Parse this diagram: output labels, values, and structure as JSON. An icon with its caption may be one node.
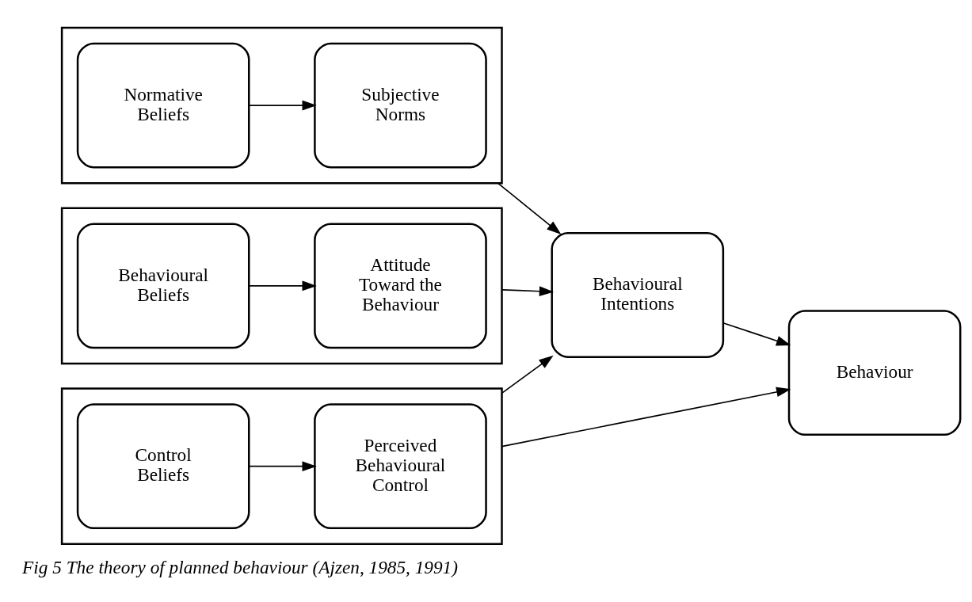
{
  "diagram": {
    "caption": "Fig 5 The theory of planned behaviour (Ajzen, 1985, 1991)",
    "nodes": [
      {
        "text": [],
        "shape": "box"
      },
      {
        "text": [
          "Behavioural Beliefs"
        ],
        "in": 0
      },
      {
        "text": [
          "Attitude Toward the Behaviour"
        ],
        "in": 0
      },
      {
        "text": [],
        "shape": "box"
      },
      {
        "text": [
          "Normative Beliefs"
        ],
        "in": 3
      },
      {
        "text": [
          "Subjective Norms"
        ],
        "in": 3
      },
      {
        "text": [],
        "shape": "box"
      },
      {
        "text": [
          "Control Beliefs"
        ],
        "in": 6
      },
      {
        "text": [
          "Perceived Behavioural Control"
        ],
        "in": 6
      },
      {
        "text": [
          "Behavioural Intentions"
        ]
      },
      {
        "text": [
          "Behaviour"
        ]
      }
    ],
    "edges": [
      {
        "from": 1,
        "to": 2,
        "arrow": "to"
      },
      {
        "from": 4,
        "to": 5,
        "arrow": "to"
      },
      {
        "from": 7,
        "to": 8,
        "arrow": "to"
      },
      {
        "from": 0,
        "to": 9,
        "arrow": "to"
      },
      {
        "from": 3,
        "to": 9,
        "arrow": "to"
      },
      {
        "from": 6,
        "to": 9,
        "arrow": "to"
      },
      {
        "from": 6,
        "to": 10,
        "arrow": "to"
      },
      {
        "from": 9,
        "to": 10,
        "arrow": "to"
      }
    ]
  }
}
